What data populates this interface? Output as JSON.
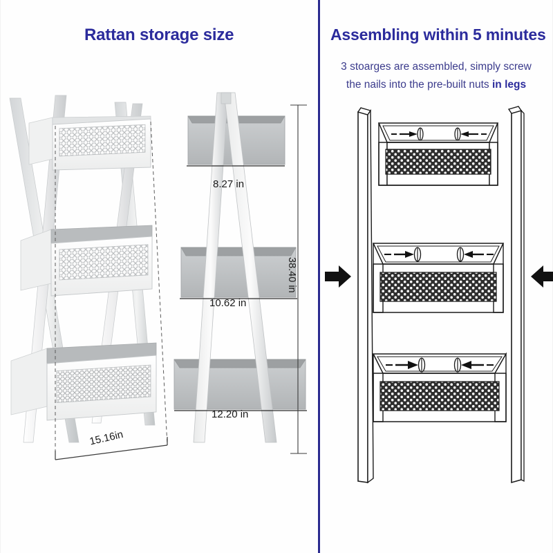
{
  "meta": {
    "colors": {
      "heading": "#2b2b9c",
      "divider": "#2b2b8f",
      "body_text": "#3b3b8c",
      "dimension_text": "#1a1a1a",
      "background": "#fefefe",
      "shelf_light": "#f4f4f4",
      "shelf_shadow": "#b9bcbe",
      "leg_grey": "#d9dbdc",
      "mesh_dark": "#2f2f2f",
      "arrow_black": "#111111"
    }
  },
  "left_panel": {
    "title": "Rattan storage size",
    "dimensions": {
      "depth": "8.27 in",
      "middle_width": "10.62 in",
      "bottom_width": "12.20 in",
      "total_height": "38.40 in",
      "front_width": "15.16in"
    },
    "views": {
      "perspective_label": "3d-perspective-view",
      "side_label": "side-elevation-view"
    },
    "shelf_count": 3
  },
  "right_panel": {
    "title": "Assembling within 5 minutes",
    "description_line_1": "3 stoarges are assembled, simply screw",
    "description_line_2_plain": "the nails into the pre-built nuts ",
    "description_line_2_bold": "in legs",
    "arrows": {
      "left": "▶",
      "right": "◀"
    },
    "shelf_count": 3,
    "legs": 2,
    "screws_per_shelf": 2
  }
}
